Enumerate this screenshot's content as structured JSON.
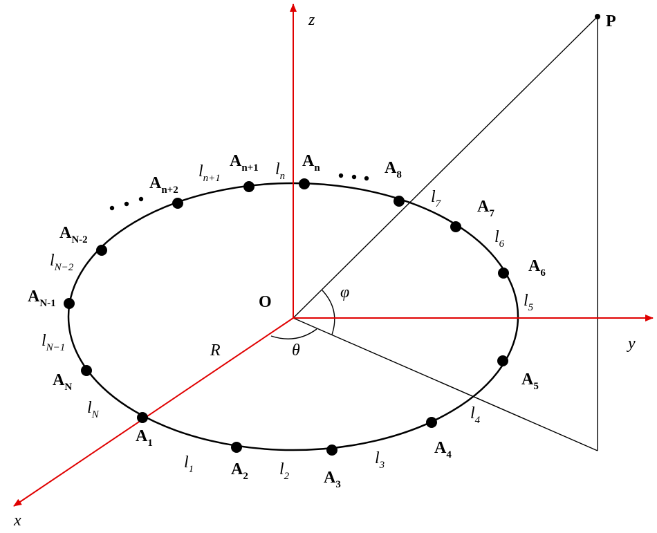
{
  "colors": {
    "axis": "#e00000",
    "ink": "#000000",
    "background": "#ffffff"
  },
  "axes": {
    "x": "x",
    "y": "y",
    "z": "z"
  },
  "origin_label": "O",
  "point_label": "P",
  "radius_label": "R",
  "angles": {
    "theta": "θ",
    "phi": "φ"
  },
  "ellipsis": "· · ·",
  "nodes": [
    {
      "id": "A1",
      "letter": "A",
      "sub": "1"
    },
    {
      "id": "A2",
      "letter": "A",
      "sub": "2"
    },
    {
      "id": "A3",
      "letter": "A",
      "sub": "3"
    },
    {
      "id": "A4",
      "letter": "A",
      "sub": "4"
    },
    {
      "id": "A5",
      "letter": "A",
      "sub": "5"
    },
    {
      "id": "A6",
      "letter": "A",
      "sub": "6"
    },
    {
      "id": "A7",
      "letter": "A",
      "sub": "7"
    },
    {
      "id": "A8",
      "letter": "A",
      "sub": "8"
    },
    {
      "id": "An",
      "letter": "A",
      "sub": "n"
    },
    {
      "id": "An+1",
      "letter": "A",
      "sub": "n+1"
    },
    {
      "id": "An+2",
      "letter": "A",
      "sub": "n+2"
    },
    {
      "id": "AN-2",
      "letter": "A",
      "sub": "N-2"
    },
    {
      "id": "AN-1",
      "letter": "A",
      "sub": "N-1"
    },
    {
      "id": "AN",
      "letter": "A",
      "sub": "N"
    }
  ],
  "segments": [
    {
      "id": "l1",
      "letter": "l",
      "sub": "1"
    },
    {
      "id": "l2",
      "letter": "l",
      "sub": "2"
    },
    {
      "id": "l3",
      "letter": "l",
      "sub": "3"
    },
    {
      "id": "l4",
      "letter": "l",
      "sub": "4"
    },
    {
      "id": "l5",
      "letter": "l",
      "sub": "5"
    },
    {
      "id": "l6",
      "letter": "l",
      "sub": "6"
    },
    {
      "id": "l7",
      "letter": "l",
      "sub": "7"
    },
    {
      "id": "ln",
      "letter": "l",
      "sub": "n"
    },
    {
      "id": "ln+1",
      "letter": "l",
      "sub": "n+1"
    },
    {
      "id": "lN-2",
      "letter": "l",
      "sub": "N−2"
    },
    {
      "id": "lN-1",
      "letter": "l",
      "sub": "N−1"
    },
    {
      "id": "lN",
      "letter": "l",
      "sub": "N"
    }
  ]
}
